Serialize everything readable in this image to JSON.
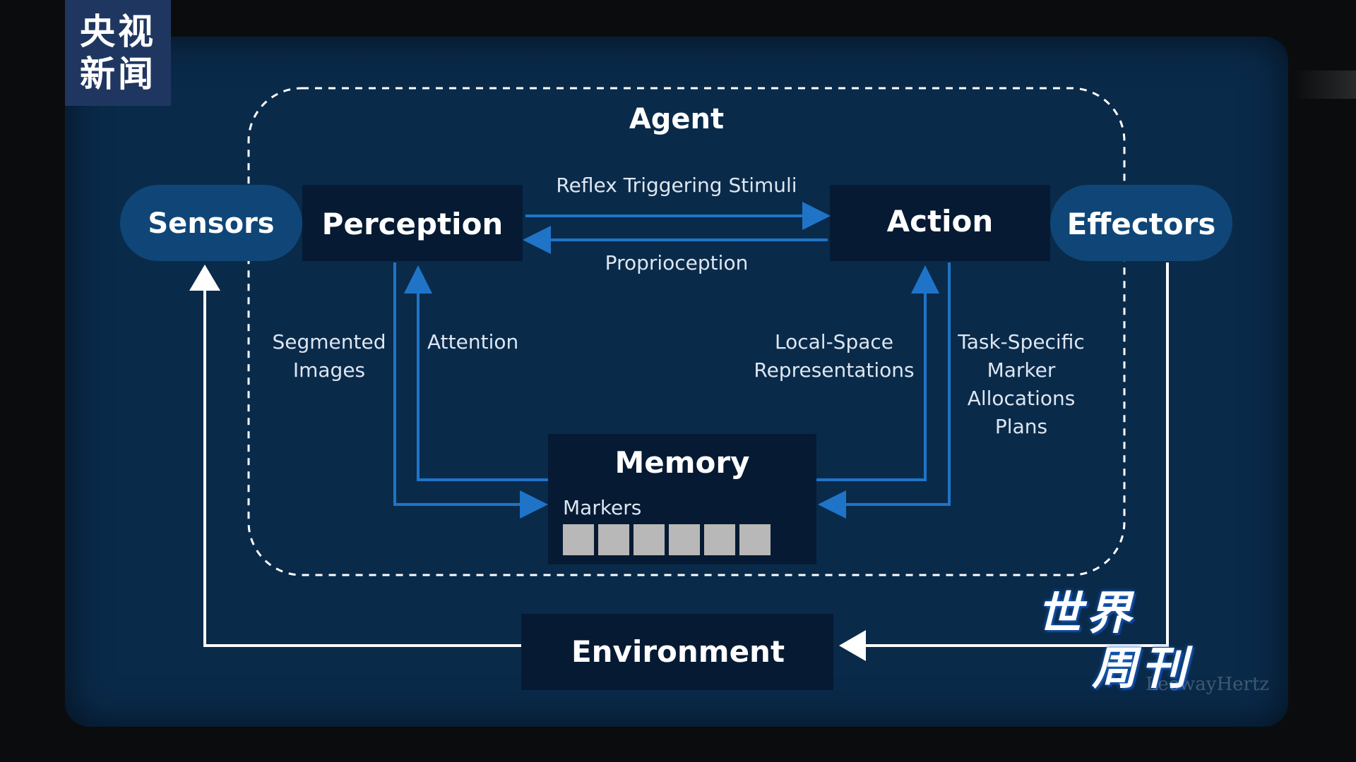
{
  "logo": {
    "line1": "央视",
    "line2": "新闻"
  },
  "diagram": {
    "agent_label": "Agent",
    "nodes": {
      "sensors": "Sensors",
      "perception": "Perception",
      "action": "Action",
      "effectors": "Effectors",
      "memory": "Memory",
      "environment": "Environment"
    },
    "memory_sub": "Markers",
    "marker_count": 6,
    "edges": {
      "reflex": "Reflex Triggering Stimuli",
      "proprioception": "Proprioception",
      "segmented_1": "Segmented",
      "segmented_2": "Images",
      "attention": "Attention",
      "localspace_1": "Local-Space",
      "localspace_2": "Representations",
      "task_1": "Task-Specific",
      "task_2": "Marker",
      "task_3": "Allocations",
      "task_4": "Plans"
    }
  },
  "overlay": {
    "line1": "世界",
    "line2": "周刊",
    "watermark": "LeewayHertz"
  },
  "colors": {
    "background": "#0b0c0e",
    "panel": "#0a2a4a",
    "node_dark": "#061a33",
    "node_pill": "#0f4677",
    "arrow_blue": "#1f74c8",
    "arrow_white": "#ffffff",
    "marker": "#b8b8b8"
  }
}
